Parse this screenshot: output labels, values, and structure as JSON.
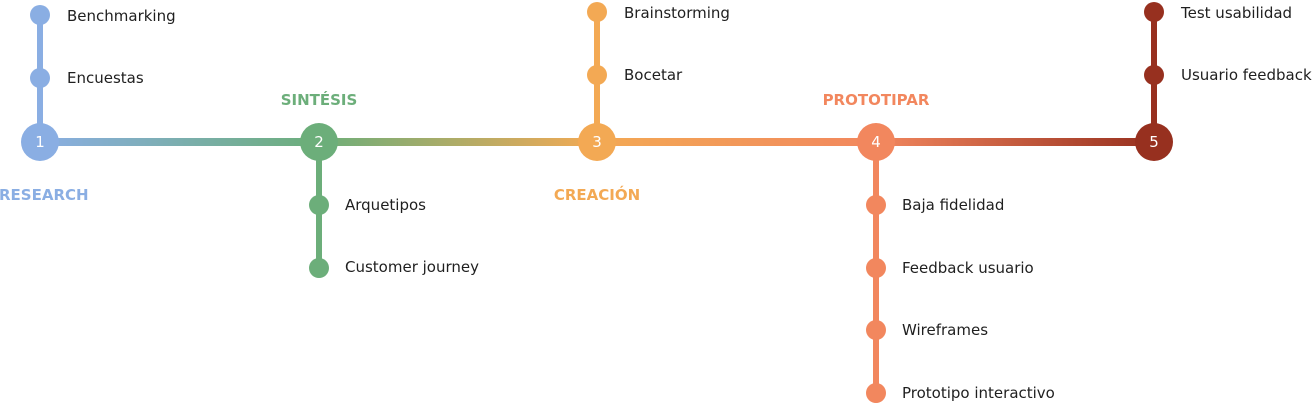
{
  "colors": {
    "research": "#8aaee3",
    "sintesis": "#6cae7a",
    "creacion": "#f3a954",
    "prototipar": "#f2875e",
    "test": "#97301f"
  },
  "phases": [
    {
      "number": "1",
      "label": "RESEARCH",
      "color": "#8aaee3",
      "items": [
        "Benchmarking",
        "Encuestas"
      ]
    },
    {
      "number": "2",
      "label": "SINTÉSIS",
      "color": "#6cae7a",
      "items": [
        "Arquetipos",
        "Customer journey"
      ]
    },
    {
      "number": "3",
      "label": "CREACIÓN",
      "color": "#f3a954",
      "items": [
        "Brainstorming",
        "Bocetar"
      ]
    },
    {
      "number": "4",
      "label": "PROTOTIPAR",
      "color": "#f2875e",
      "items": [
        "Baja fidelidad",
        "Feedback usuario",
        "Wireframes",
        "Prototipo interactivo"
      ]
    },
    {
      "number": "5",
      "label": "",
      "color": "#97301f",
      "items": [
        "Test usabilidad",
        "Usuario feedback"
      ]
    }
  ]
}
